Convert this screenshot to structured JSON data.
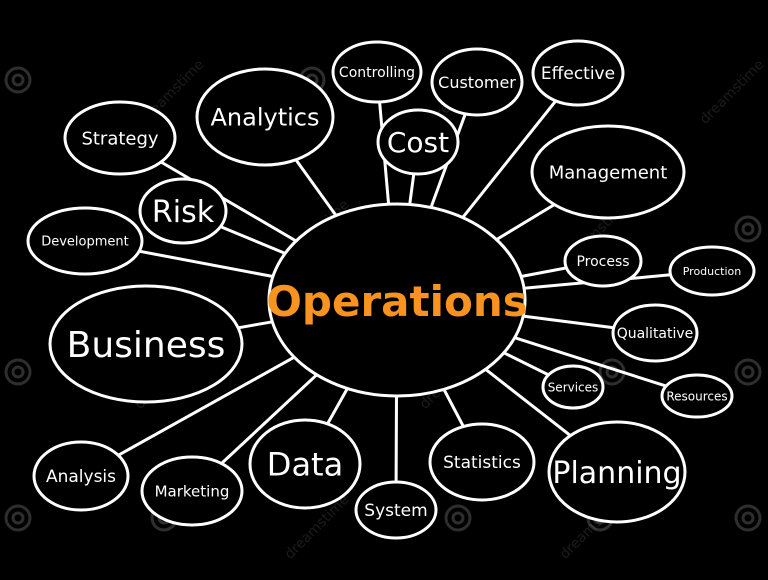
{
  "mind_map": {
    "center": {
      "label": "Operations",
      "color": "#f7931e"
    },
    "nodes": [
      {
        "id": "strategy",
        "label": "Strategy"
      },
      {
        "id": "analytics",
        "label": "Analytics"
      },
      {
        "id": "controlling",
        "label": "Controlling"
      },
      {
        "id": "customer",
        "label": "Customer"
      },
      {
        "id": "effective",
        "label": "Effective"
      },
      {
        "id": "cost",
        "label": "Cost"
      },
      {
        "id": "management",
        "label": "Management"
      },
      {
        "id": "risk",
        "label": "Risk"
      },
      {
        "id": "development",
        "label": "Development"
      },
      {
        "id": "process",
        "label": "Process"
      },
      {
        "id": "production",
        "label": "Production"
      },
      {
        "id": "business",
        "label": "Business"
      },
      {
        "id": "qualitative",
        "label": "Qualitative"
      },
      {
        "id": "services",
        "label": "Services"
      },
      {
        "id": "resources",
        "label": "Resources"
      },
      {
        "id": "analysis",
        "label": "Analysis"
      },
      {
        "id": "marketing",
        "label": "Marketing"
      },
      {
        "id": "data",
        "label": "Data"
      },
      {
        "id": "system",
        "label": "System"
      },
      {
        "id": "statistics",
        "label": "Statistics"
      },
      {
        "id": "planning",
        "label": "Planning"
      }
    ]
  },
  "watermark": {
    "text": "dreamstime"
  },
  "colors": {
    "background": "#000000",
    "lines": "#ffffff",
    "center_text": "#f7931e"
  }
}
